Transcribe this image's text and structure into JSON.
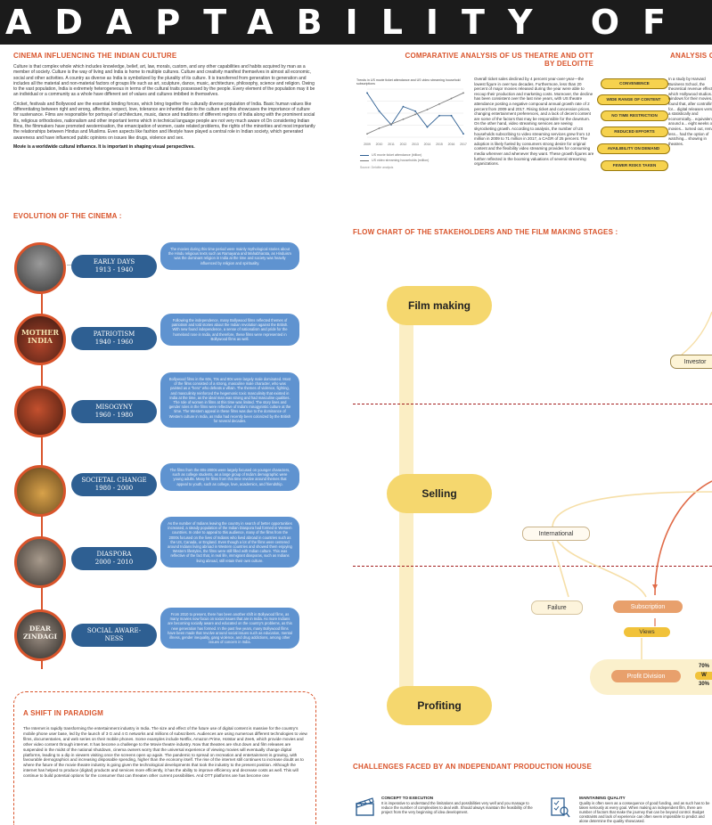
{
  "banner": {
    "text": "ADAPTABILITY OF RESILI"
  },
  "culture": {
    "title": "CINEMA INFLUENCING THE INDIAN CULTURE",
    "p1": "Culture is that complex whole which includes knowledge, belief, art, law, morals, custom, and any other capabilities and habits acquired by man as a member of society. Culture is the way of living and India is home to multiple cultures. Culture and creativity manifest themselves in almost all economic, social and other activities. A country as diverse as India is symbolized by the plurality of its culture. It is transferred from generation to generation and includes all the material and non-material factors of groups life such as art, sculpture, dance, music, architecture, philosophy, science and religion. Owing to the vast population, India is extremely heterogeneous in terms of the cultural traits possessed by the people. Every element of the population may it be an individual or a community as a whole have different set of values and cultures imbibed in themselves.",
    "p2": "Cricket, festivals and Bollywood are the essential binding forces, which bring together the culturally diverse population of India. Basic human values like differentiating between right and wrong, affection, respect, love, tolerance are inherited due to the culture and this showcases the importance of culture for sustenance. Films are responsible for portrayal of architecture, music, dance and traditions of different regions of India along with the prominent social ills, religious orthodoxies, nationalism and other important terms which in technical language people are not very much aware of.On considering Indian films, the filmmakers have promoted westernisation, the emancipation of women, caste related problems, the rights of the minorities and most importantly the relationships between Hindus and Muslims. Even aspects like fashion and lifestyle have played a central role in Indian society, which generated awareness and have influenced public opinions on issues like drugs, violence and sex.",
    "p3": "Movie is a worldwide cultural influence. It is important in shaping visual perspectives."
  },
  "comparative": {
    "title_line1": "COMPARATIVE ANALYSIS OF US THEATRE AND OTT",
    "title_line2": "BY DELOITTE",
    "chart_caption": "Trends in US movie ticket attendance and US video streaming household subscriptions",
    "legend_note": "Source: Deloitte analysis",
    "text": "Overall ticket sales declined by 4 percent year-over-year—the lowest figure in over two decades. Furthermore, less than 20 percent of major movies released during the year were able to recoup their production and marketing costs. Moreover, the decline has been consistent over the last nine years, with US theatre attendance posting a negative compound annual growth rate of 2 percent from 2009 and 2017. Rising ticket and concession prices, changing entertainment preferences, and a lack of decent content are some of the factors that may be responsible for the downturn. On the other hand, video streaming services are seeing skyrocketing growth. According to analysis, the number of US households subscribing to video streaming services grew from 12 million in 2009 to 71 million in 2017, a CAGR of 25 percent. The adoption is likely fueled by consumers strong desire for original content and the flexibility video streaming provides for consuming media wherever and whenever they want. These growth figures are further reflected in the booming valuations of several streaming organizations.",
    "pills": [
      "CONVENIENCE",
      "WIDE RANGE OF CONTENT",
      "NO TIME RESTRICTION",
      "REDUCED EFFORTS",
      "AVAILIBILITY ON DEMAND",
      "FEWER RISKS TAKEN"
    ]
  },
  "analysis": {
    "title": "ANALYSIS O",
    "text": "In a study by Harvard Business School, the theoretical revenue effect... which Hollywood studios... cal windows for their movies... found that, after controlling for... digital releases versus... a statistically and economically... equivalent to around a... eight weeks of the movies... turned out, remained less... had the option of watching... showing in theatres."
  },
  "chart_data": {
    "type": "line",
    "title": "Trends in US movie ticket attendance and US video streaming household subscriptions",
    "categories": [
      "2009",
      "2010",
      "2011",
      "2012",
      "2013",
      "2014",
      "2015",
      "2016",
      "2017"
    ],
    "series": [
      {
        "name": "US movie ticket attendance (billion)",
        "color": "#2e5f92",
        "values": [
          1.42,
          1.34,
          1.28,
          1.36,
          1.34,
          1.27,
          1.32,
          1.32,
          1.24
        ]
      },
      {
        "name": "US video streaming households (million)",
        "color": "#7f7f7f",
        "values": [
          12,
          20,
          26,
          33,
          40,
          47,
          55,
          63,
          71
        ]
      }
    ],
    "grid": true,
    "legend": "bottom"
  },
  "evolution": {
    "title": "EVOLUTION OF THE CINEMA :",
    "items": [
      {
        "label1": "EARLY DAYS",
        "label2": "1913 - 1940",
        "img": "",
        "desc": "The movies during this time period were mainly mythological stories about the Hindu religious texts such as Ramayana and Mahabharata, as Hinduism was the dominant religion in India at the time and society was heavily influenced by religion and spirituality."
      },
      {
        "label1": "PATRIOTISM",
        "label2": "1940 - 1960",
        "img": "MOTHER INDIA",
        "desc": "Following the independence, many Bollywood films reflected themes of patriotism and told stories about the Indian revolution against the British. With new found independence, a sense of nationalism and pride for the homeland rose in India, and therefore, these films were represented in Bollywood films as well."
      },
      {
        "label1": "MISOGYNY",
        "label2": "1960 - 1980",
        "img": "",
        "desc": "Bollywood films in the 60s, 70s and 80s were largely male dominated. Most of the films consisted of a strong, masculine male character, who was painted as a \"hero\" who defeats a villain. The themes of violence, fighting, and masculinity reinforced the hegemonic toxic masculinity that existed in India at the time, as the ideal man was strong and had masculine qualities. The role of women in films at this time was limited. The story lines and gender roles in the films were reflective of India's misogynistic culture at the time. The Western appeal in these films was due to the dominance of Western culture in India, as India had recently been colonized by the British for several decades."
      },
      {
        "label1": "SOCIETAL CHANGE",
        "label2": "1980 - 2000",
        "img": "",
        "desc": "The films from the 80s-2000s were largely focused on younger characters, such as college students, as a large group of India's demographic were young adults. Many hit films from this time revolve around themes that appeal to youth, such as college, love, academics, and friendship."
      },
      {
        "label1": "DIASPORA",
        "label2": "2000 - 2010",
        "img": "",
        "desc": "As the number of Indians leaving the country in search of better opportunities increased, a steady population of the Indian Diaspora had formed in Western countries. In order to appeal to this audience, many of the films from the 2000s focused on the lives of Indians who lived abroad in countries such as the US, Canada, or England. Even though a lot of the films were centered around Indians living abroad in Western countries and showed them enjoying Western lifestyles, the films were still filled with Indian culture. This was reflective of the fact that, in real life, immigrant diasporas, such as Indians living abroad, still retain their own culture."
      },
      {
        "label1": "SOCIAL AWARE-",
        "label2": "NESS",
        "img": "DEAR ZINDAGI",
        "desc": "From 2010 to present, there has been another shift in Bollywood films, as many movies now focus on social issues that are in India. As more Indians are becoming socially aware and educated on the country's problems, as this new generation has formed. In the past few years, many Bollywood films have been made that revolve around social issues such as education, mental illness, gender inequality, gang violence, and drug addictions, among other issues of concern in India."
      }
    ]
  },
  "paradigm": {
    "title": "A SHIFT IN PARADIGM",
    "text": "The Internet is rapidly transforming the entertainment industry in India. The size and effect of the future use of digital content is massive for the country's mobile phone user base, led by the launch of 3 G and 4 G networks and millions of subscribers. Audiences are using numerous different technologies to view films, documentaries, and web series on their mobile phones. Some examples include Netflix, Amazon Prime, Hotstar and Zee5, which provide movies and other video content through internet. It has become a challenge to the Movie theatre industry. Now that theatres are shut down and film releases are suspended in the midst of the national shutdown, cinema owners worry that the universal experience of viewing movies will eventually change digital platforms, leading to a dip in viewers visiting once the screens open up again. The pandemic to spread on recreation and entertainment is growing, with favourable demographics and increasing disposable spending, higher than the economy itself. The rise of the internet still continues to increase doubt as to where the future of the movie theatre industry is going given the technological developments that took the industry to the present position. Although the internet has helped to produce (digital) products and services more efficiently, it has the ability to improve efficiency and decrease costs as well. This will continue to build potential options for the consumer that can threaten other current possibilities. And OTT platforms are has become one"
  },
  "flow": {
    "title": "FLOW CHART OF THE STAKEHOLDERS AND THE FILM MAKING STAGES :",
    "stages": [
      "Film making",
      "Selling",
      "Profiting"
    ],
    "investor": "Investor",
    "international": "International",
    "failure": "Failure",
    "subscription": "Subscription",
    "views": "Views",
    "profit_division": "Profit Division",
    "pct_top": "70%",
    "pct_mid": "W",
    "pct_bottom": "30%"
  },
  "challenges": {
    "title": "CHALLENGES FACED BY AN INDEPENDANT PRODUCTION HOUSE",
    "c1_title": "CONCEPT TO EXECUTION",
    "c1_text": "It is imperative to understand the limitations and possibilities very well and you manage to reduce the number of complexities to deal with. Should always maintain the feasibility of the project from the very beginning of idea development.",
    "c2_title": "MAINTAINING QUALITY",
    "c2_text": "Quality is often seen as a consequence of good funding, and as such has to be taken seriously at every goal. When making an independent film, there are number of factors that make the journey that can be beyond control. Budget constraints and lack of experience can often seem impossible to predict and alone determine the quality showcased."
  },
  "colors": {
    "accent": "#d9542b",
    "navy": "#2e5f92",
    "yellow": "#f5d76e"
  }
}
